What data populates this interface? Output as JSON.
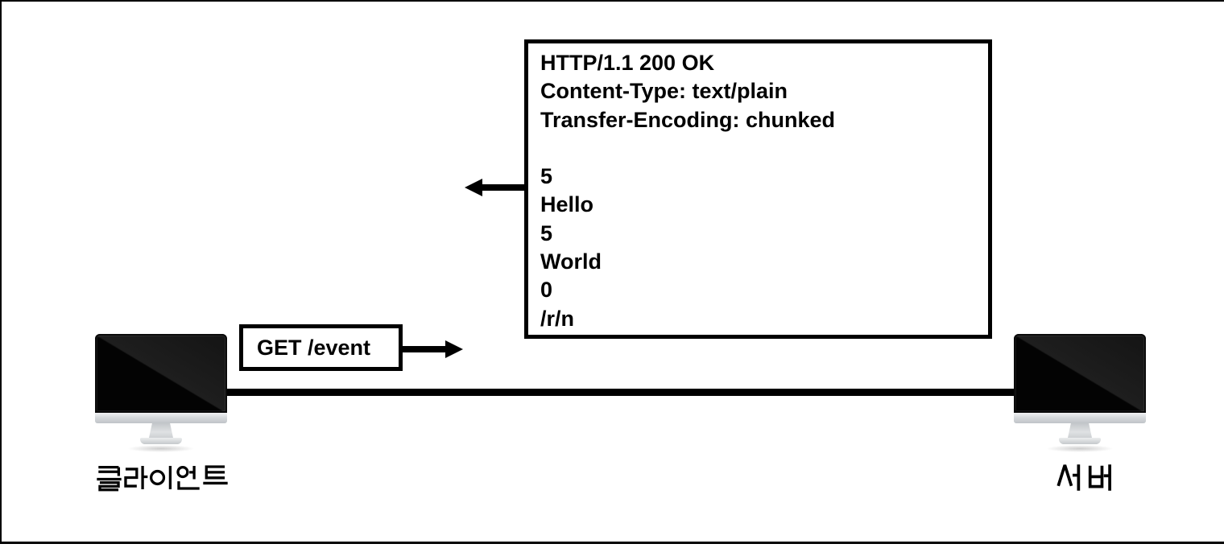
{
  "response_box": {
    "lines": [
      "HTTP/1.1 200 OK",
      "Content-Type: text/plain",
      "Transfer-Encoding: chunked",
      "",
      "5",
      "Hello",
      "5",
      "World",
      "0",
      "/r/n"
    ]
  },
  "request_box": {
    "label": "GET /event"
  },
  "client": {
    "label": "클라이언트",
    "icon": "desktop-computer"
  },
  "server": {
    "label": "서버",
    "icon": "desktop-computer"
  },
  "colors": {
    "stroke": "#000000",
    "background": "#ffffff",
    "monitor_screen": "#0a0a0a",
    "monitor_body": "#d7dadd"
  }
}
